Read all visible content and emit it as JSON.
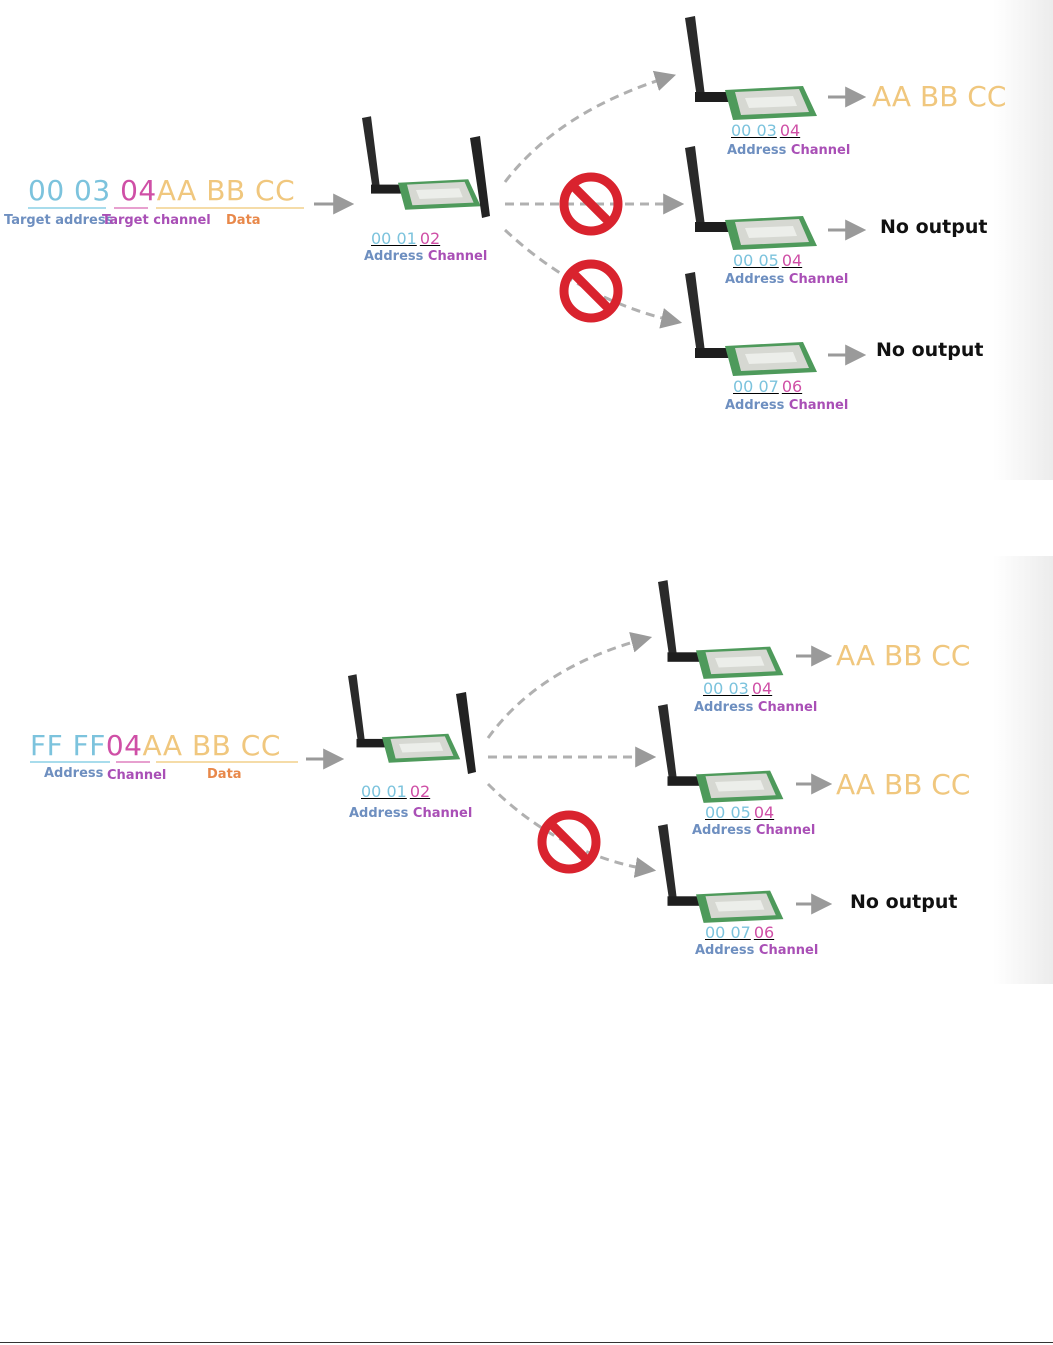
{
  "diagram_1": {
    "packet": {
      "address": "00 03",
      "channel": "04",
      "data": "AA BB CC",
      "address_label": "Target address",
      "channel_label": "Target channel",
      "data_label": "Data"
    },
    "sender": {
      "address": "00 01",
      "channel": "02",
      "address_label": "Address",
      "channel_label": "Channel"
    },
    "receivers": [
      {
        "address": "00 03",
        "channel": "04",
        "address_label": "Address",
        "channel_label": "Channel",
        "output": "AA BB CC",
        "blocked": false
      },
      {
        "address": "00 05",
        "channel": "04",
        "address_label": "Address",
        "channel_label": "Channel",
        "output": "No output",
        "blocked": true
      },
      {
        "address": "00 07",
        "channel": "06",
        "address_label": "Address",
        "channel_label": "Channel",
        "output": "No output",
        "blocked": true
      }
    ]
  },
  "diagram_2": {
    "packet": {
      "address": "FF FF",
      "channel": "04",
      "data": "AA BB CC",
      "address_label": "Address",
      "channel_label": "Channel",
      "data_label": "Data"
    },
    "sender": {
      "address": "00 01",
      "channel": "02",
      "address_label": "Address",
      "channel_label": "Channel"
    },
    "receivers": [
      {
        "address": "00 03",
        "channel": "04",
        "address_label": "Address",
        "channel_label": "Channel",
        "output": "AA BB CC",
        "blocked": false
      },
      {
        "address": "00 05",
        "channel": "04",
        "address_label": "Address",
        "channel_label": "Channel",
        "output": "AA BB CC",
        "blocked": false
      },
      {
        "address": "00 07",
        "channel": "06",
        "address_label": "Address",
        "channel_label": "Channel",
        "output": "No output",
        "blocked": true
      }
    ]
  },
  "colors": {
    "address": "#7cc3dd",
    "channel": "#cf4fa6",
    "data": "#f0c77e",
    "blocked": "#d9232e",
    "arrow": "#9a9a9a"
  },
  "icons": [
    "radio-module-icon",
    "antenna-icon",
    "prohibited-icon",
    "arrow-right-icon"
  ]
}
